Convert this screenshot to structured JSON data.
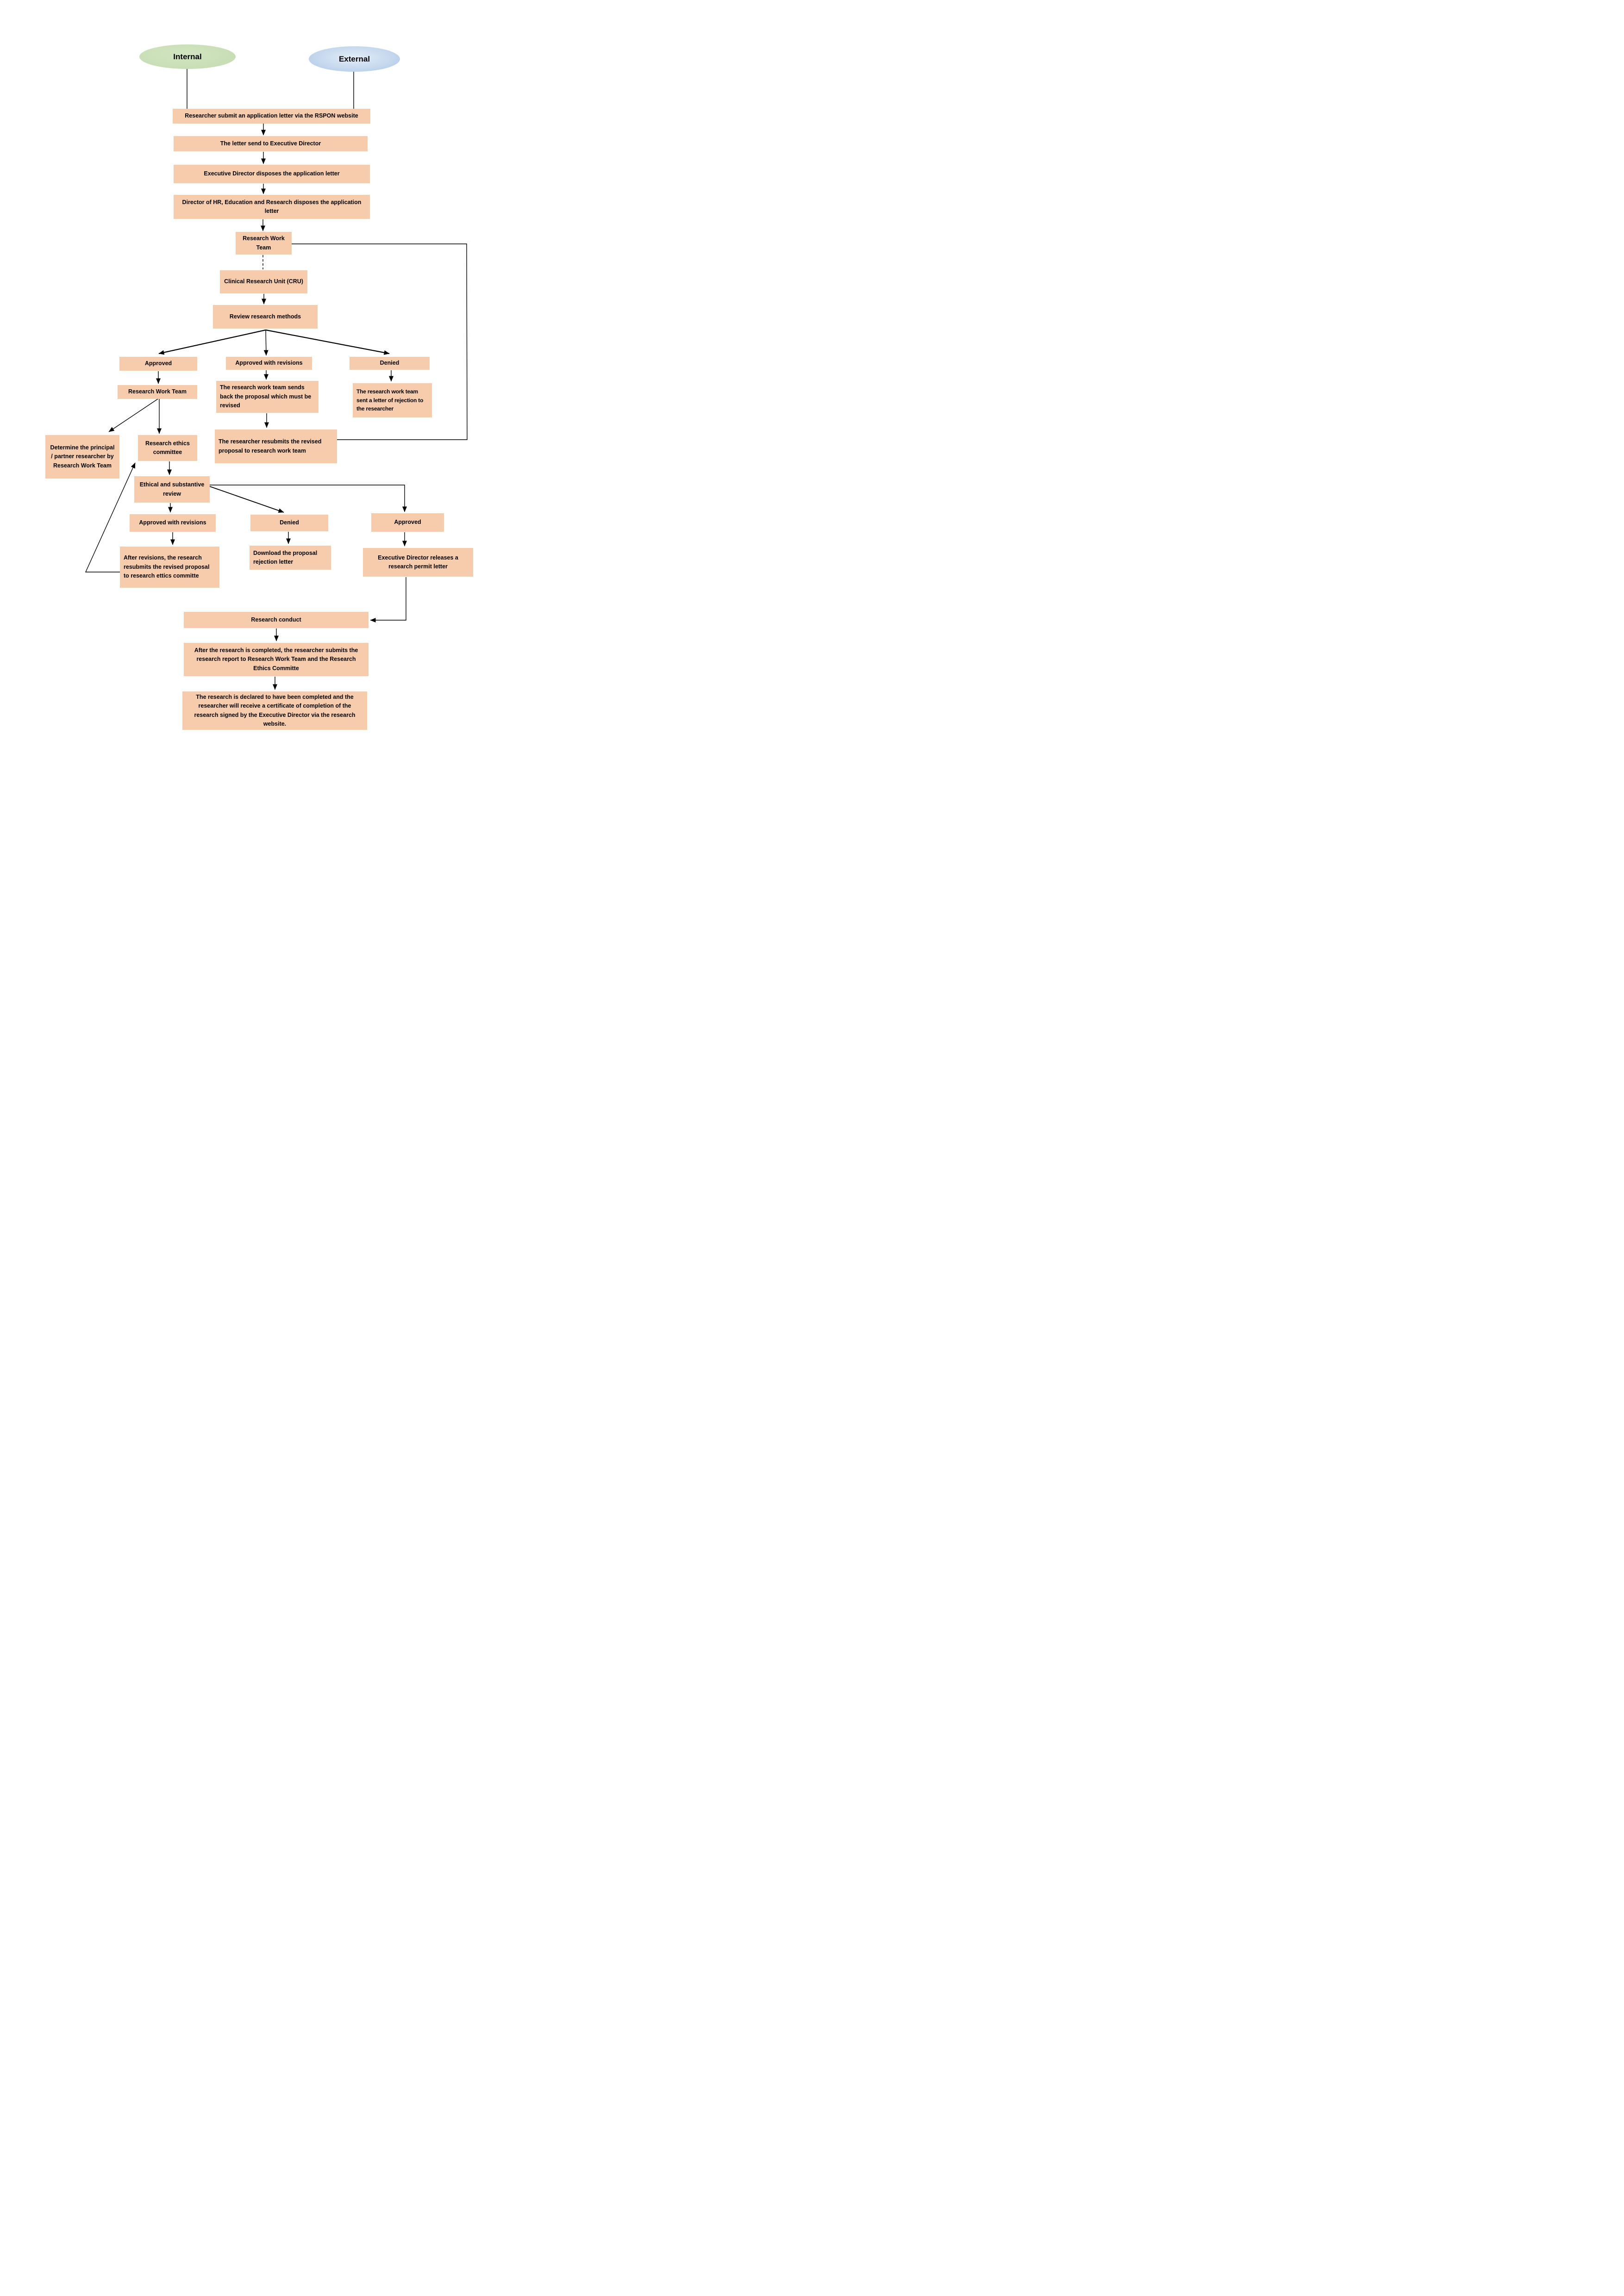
{
  "diagram": {
    "colors": {
      "box_fill": "#f7ccad",
      "ellipse_green": "#c4dbb0",
      "ellipse_green_light": "#d2e4c1",
      "ellipse_blue": "#a9c6e6",
      "ellipse_blue_light": "#e3edf8",
      "line": "#000000"
    },
    "sources": {
      "internal": "Internal",
      "external": "External"
    },
    "steps": {
      "submit": "Researcher submit an application letter via the RSPON website",
      "letter_sent": "The letter send to Executive Director",
      "ed_disposes": "Executive Director disposes the application letter",
      "hr_disposes": "Director of HR, Education and Research disposes the application letter",
      "research_work_team": "Research Work Team",
      "cru": "Clinical Research Unit (CRU)",
      "review_methods": "Review research methods",
      "approved_1": "Approved",
      "approved_with_revisions_1": "Approved with revisions",
      "denied_1": "Denied",
      "research_work_team_2": "Research Work Team",
      "sends_back": "The research work team sends back the proposal which must be revised",
      "rejection_letter": "The research work team sent a letter of rejection to the researcher",
      "determine": "Determine the principal / partner researcher by Research Work Team",
      "ethics_committee": "Research ethics committee",
      "resubmit": "The researcher resubmits the revised proposal to research work team",
      "ethical_review": "Ethical and substantive review",
      "approved_with_revisions_2": "Approved with revisions",
      "denied_2": "Denied",
      "approved_2": "Approved",
      "after_revisions": "After revisions, the research resubmits the revised proposal to research ettics committe",
      "download_rejection": "Download the proposal rejection letter",
      "permit": "Executive Director releases a research permit letter",
      "conduct": "Research conduct",
      "report": "After the research is completed, the researcher submits the research report to Research Work Team and the Research Ethics Committe",
      "declared": "The research is declared to have been completed and the researcher will receive a certificate of completion of the research signed by the Executive Director via the research website."
    }
  }
}
